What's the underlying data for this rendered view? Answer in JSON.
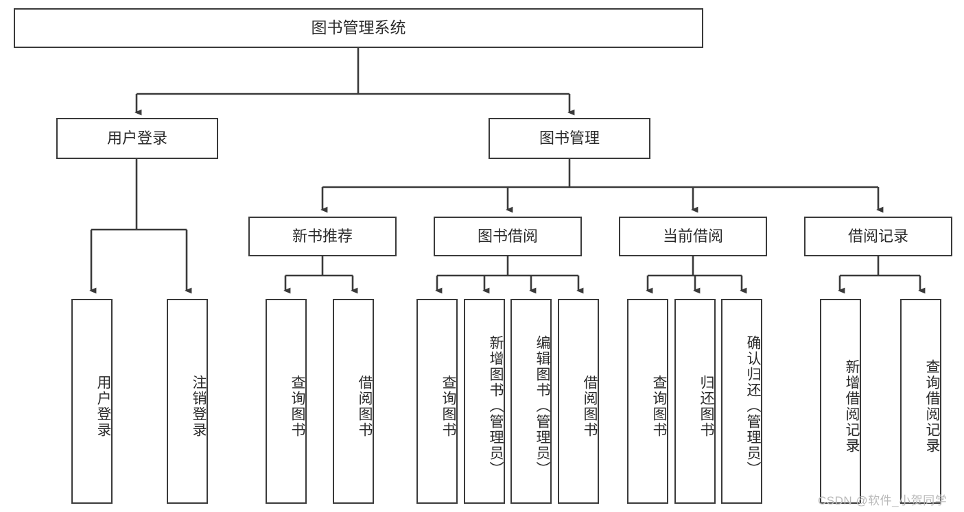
{
  "diagram": {
    "title": "图书管理系统",
    "type": "functional-decomposition-tree",
    "root": {
      "id": "root",
      "label": "图书管理系统"
    },
    "level1": [
      {
        "id": "user-login",
        "label": "用户登录"
      },
      {
        "id": "book-manage",
        "label": "图书管理"
      }
    ],
    "level2": [
      {
        "id": "new-book-recommend",
        "label": "新书推荐",
        "parent": "book-manage"
      },
      {
        "id": "book-borrow",
        "label": "图书借阅",
        "parent": "book-manage"
      },
      {
        "id": "current-borrow",
        "label": "当前借阅",
        "parent": "book-manage"
      },
      {
        "id": "borrow-record",
        "label": "借阅记录",
        "parent": "book-manage"
      }
    ],
    "leaves": {
      "user_login": [
        {
          "id": "leaf-user-login",
          "label": "用户登录"
        },
        {
          "id": "leaf-logout-login",
          "label": "注销登录"
        }
      ],
      "new_book_recommend": [
        {
          "id": "leaf-query-book-1",
          "label": "查询图书"
        },
        {
          "id": "leaf-borrow-book-1",
          "label": "借阅图书"
        }
      ],
      "book_borrow": [
        {
          "id": "leaf-query-book-2",
          "label": "查询图书"
        },
        {
          "id": "leaf-add-book",
          "label": "新增图书（管理员）"
        },
        {
          "id": "leaf-edit-book",
          "label": "编辑图书（管理员）"
        },
        {
          "id": "leaf-borrow-book-2",
          "label": "借阅图书"
        }
      ],
      "current_borrow": [
        {
          "id": "leaf-query-book-3",
          "label": "查询图书"
        },
        {
          "id": "leaf-return-book",
          "label": "归还图书"
        },
        {
          "id": "leaf-confirm-return",
          "label": "确认归还（管理员）"
        }
      ],
      "borrow_record": [
        {
          "id": "leaf-add-record",
          "label": "新增借阅记录"
        },
        {
          "id": "leaf-query-record",
          "label": "查询借阅记录"
        }
      ]
    }
  },
  "watermark": {
    "text": "CSDN @软件_小贺同学"
  },
  "colors": {
    "stroke": "#3a3a3a",
    "text": "#2b2b2b",
    "background": "#ffffff",
    "watermark": "#b9b9b9"
  }
}
